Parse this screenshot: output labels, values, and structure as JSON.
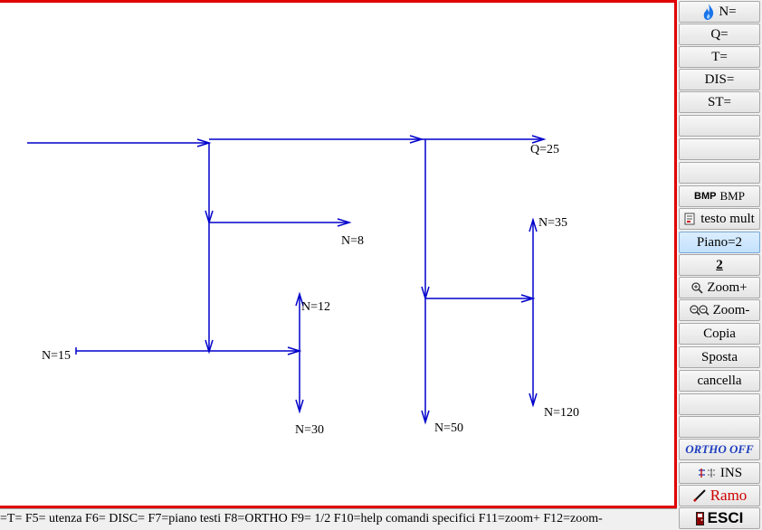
{
  "diagram": {
    "labels": {
      "q25": "Q=25",
      "n8": "N=8",
      "n35": "N=35",
      "n12": "N=12",
      "n15": "N=15",
      "n30": "N=30",
      "n50": "N=50",
      "n120": "N=120"
    },
    "line_color": "#0000cc"
  },
  "statusbar": {
    "text": "=T= F5= utenza F6= DISC= F7=piano testi F8=ORTHO F9= 1/2 F10=help comandi specifici F11=zoom+ F12=zoom-"
  },
  "panel": {
    "n": "N=",
    "q": "Q=",
    "t": "T=",
    "dis": "DIS=",
    "st": "ST=",
    "bmp_bold": "BMP",
    "bmp": "BMP",
    "testo": "testo mult",
    "piano": "Piano=2",
    "two": "2",
    "zoom_in": "Zoom+",
    "zoom_out": "Zoom-",
    "copia": "Copia",
    "sposta": "Sposta",
    "cancella": "cancella",
    "ortho": "ORTHO OFF",
    "ins": "INS",
    "ramo": "Ramo",
    "esci": "ESCI"
  },
  "colors": {
    "accent_red": "#e00000",
    "line_blue": "#0000cc",
    "ortho_blue": "#1f3fbf",
    "active_bg": "#c3e1fb"
  }
}
